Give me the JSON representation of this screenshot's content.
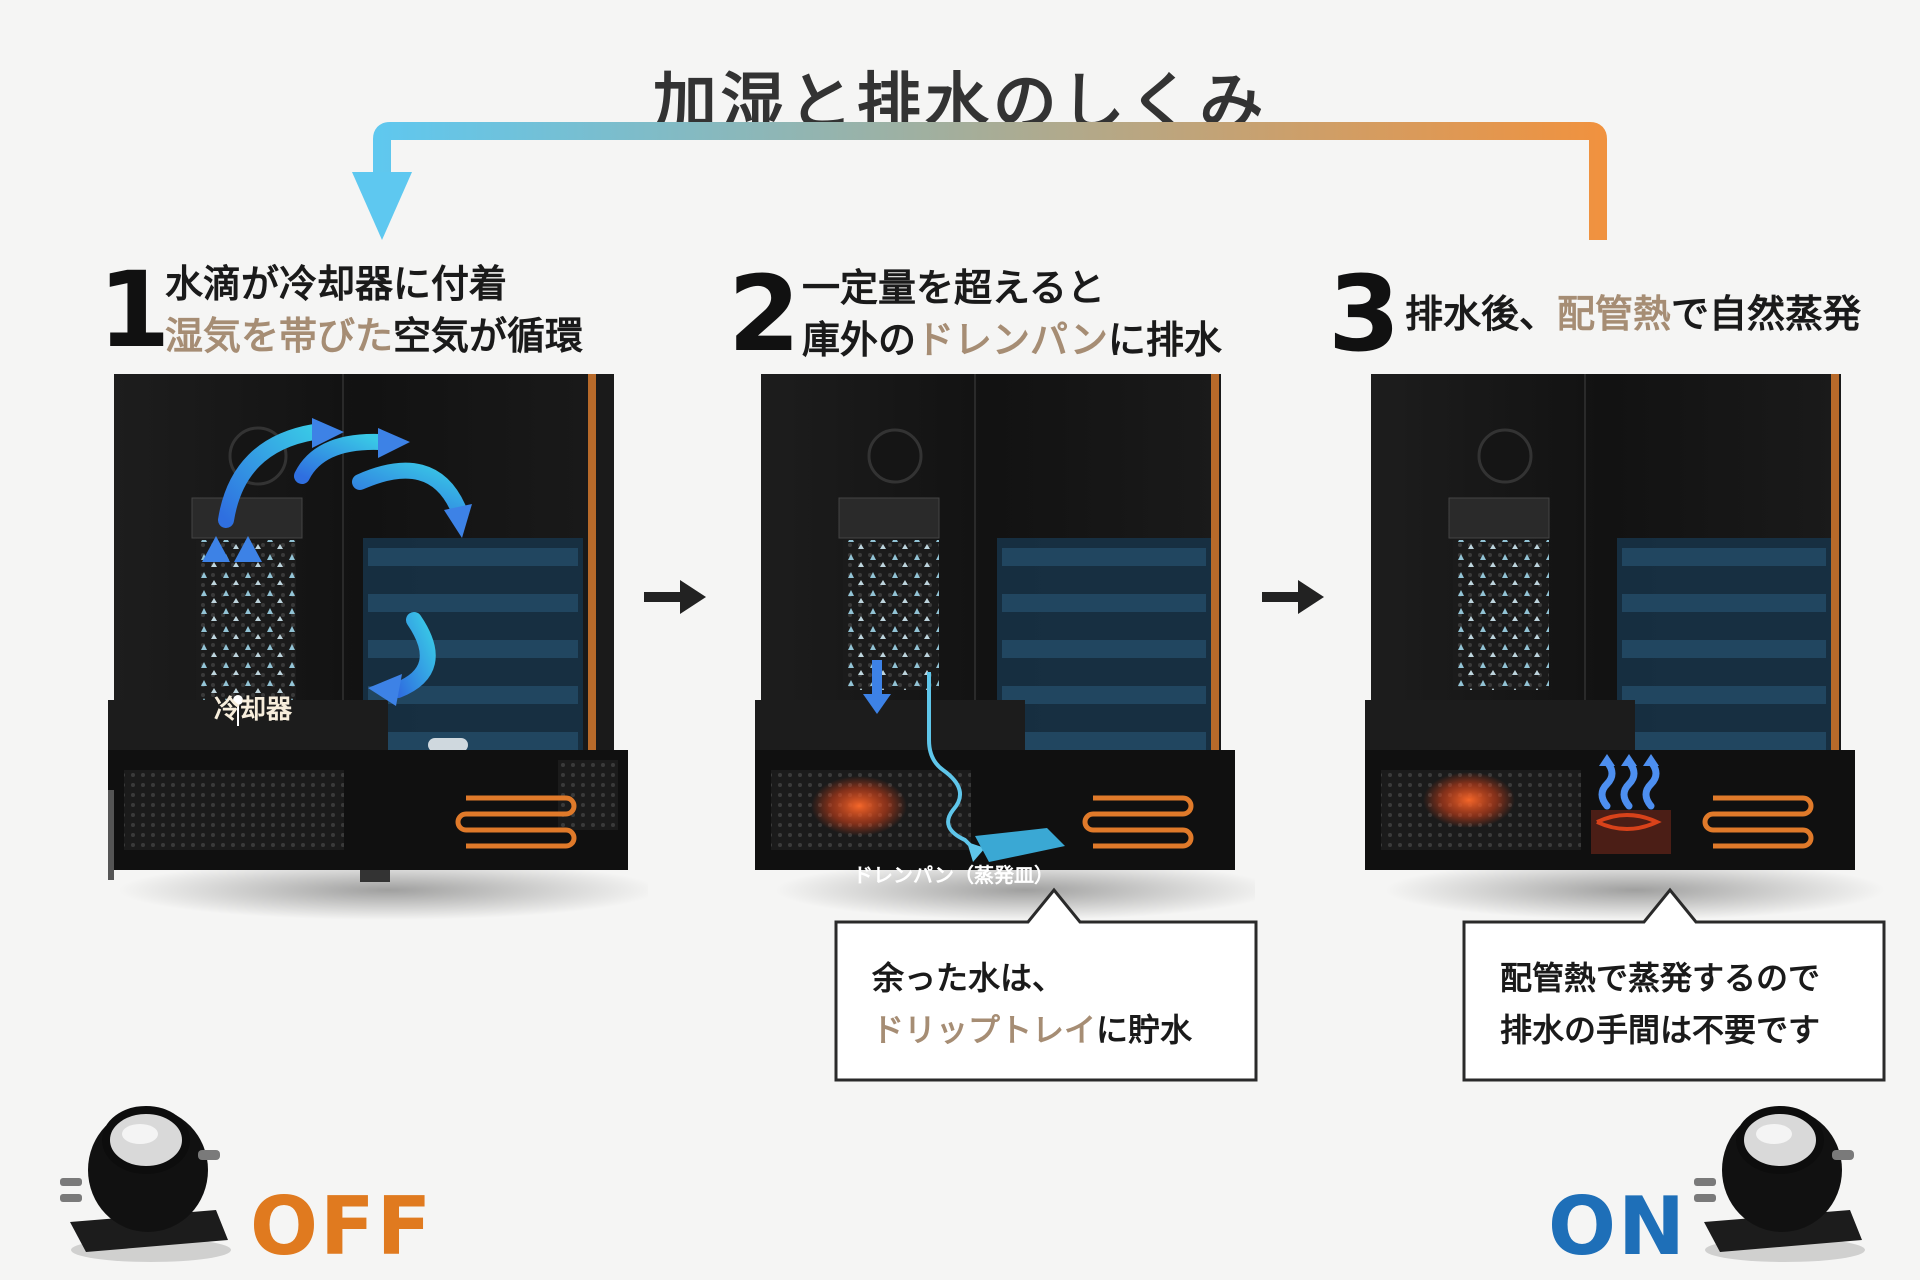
{
  "title": "加湿と排水のしくみ",
  "colors": {
    "highlight": "#a68d74",
    "cycle_start": "#5ec8f0",
    "cycle_end": "#f0923f",
    "off": "#e07a1f",
    "on": "#1e6fb8"
  },
  "steps": [
    {
      "number": "1",
      "line1": "水滴が冷却器に付着",
      "line2_hl": "湿気を帯びた",
      "line2_rest": "空気が循環",
      "label": "冷却器"
    },
    {
      "number": "2",
      "line1": "一定量を超えると",
      "line2_pre": "庫外の",
      "line2_hl": "ドレンパン",
      "line2_post": "に排水",
      "label": "ドレンパン（蒸発皿）",
      "callout_line1": "余った水は、",
      "callout_line2_hl": "ドリップトレイ",
      "callout_line2_rest": "に貯水"
    },
    {
      "number": "3",
      "line1_pre": "排水後、",
      "line1_hl": "配管熱",
      "line1_post": "で自然蒸発",
      "callout_line1": "配管熱で蒸発するので",
      "callout_line2": "排水の手間は不要です"
    }
  ],
  "compressor_states": {
    "off_label": "OFF",
    "on_label": "ON"
  }
}
